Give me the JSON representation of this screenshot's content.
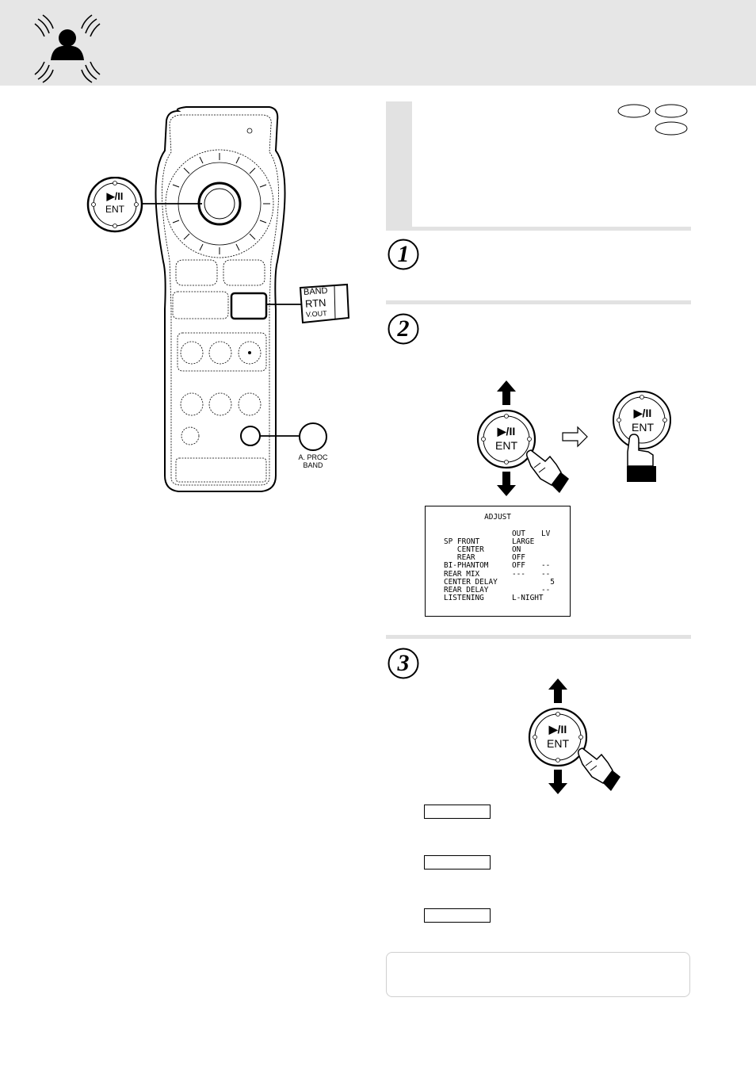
{
  "remote": {
    "enter_button": {
      "play_pause": "▶/II",
      "label": "ENT"
    },
    "band_button": {
      "line1": "BAND",
      "line2": "RTN",
      "line3": "V.OUT"
    },
    "aproc_button": {
      "line1": "A. PROC",
      "line2": "BAND"
    }
  },
  "steps": [
    {
      "number": "1"
    },
    {
      "number": "2"
    },
    {
      "number": "3"
    }
  ],
  "step2": {
    "enter_button": {
      "play_pause": "▶/II",
      "label": "ENT"
    },
    "confirm_button": {
      "play_pause": "▶/II",
      "label": "ENT"
    }
  },
  "step3": {
    "enter_button": {
      "play_pause": "▶/II",
      "label": "ENT"
    }
  },
  "adjust_screen": {
    "title": "ADJUST",
    "header_out": "OUT",
    "header_lv": "LV",
    "rows": [
      {
        "label": "SP FRONT",
        "out": "LARGE",
        "lv": ""
      },
      {
        "label": "   CENTER",
        "out": "ON",
        "lv": ""
      },
      {
        "label": "   REAR",
        "out": "OFF",
        "lv": ""
      },
      {
        "label": "BI-PHANTOM",
        "out": "OFF",
        "lv": "--"
      },
      {
        "label": "REAR MIX",
        "out": "---",
        "lv": "--"
      },
      {
        "label": "CENTER DELAY",
        "out": "",
        "lv": "  5"
      },
      {
        "label": "REAR DELAY",
        "out": "",
        "lv": "--"
      },
      {
        "label": "LISTENING",
        "out": "L-NIGHT",
        "lv": ""
      }
    ]
  }
}
